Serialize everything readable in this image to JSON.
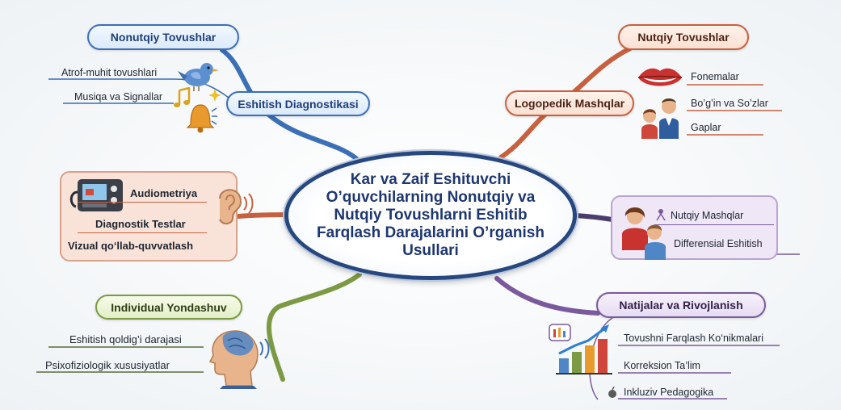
{
  "center": {
    "title": "Kar va Zaif Eshituvchi O’quvchilarning Nonutqiy va Nutqiy Tovushlarni Eshitib Farqlash Darajalarini O’rganish Usullari"
  },
  "branches": {
    "nonutqiy": {
      "label": "Nonutqiy Tovushlar",
      "items": [
        "Atrof-muhit tovushlari",
        "Musiqa va Signallar"
      ]
    },
    "eshitish_diagnostikasi": {
      "label": "Eshitish Diagnostikasi"
    },
    "diagnostika_panel": {
      "items": [
        "Audiometriya",
        "Diagnostik Testlar",
        "Vizual qo‘llab-quvvatlash"
      ]
    },
    "individual": {
      "label": "Individual Yondashuv",
      "items": [
        "Eshitish qoldig’i darajasi",
        "Psixofiziologik xususiyatlar"
      ]
    },
    "nutqiy": {
      "label": "Nutqiy Tovushlar",
      "items": [
        "Fonemalar",
        "Bo’g’in va So’zlar",
        "Gaplar"
      ]
    },
    "logopedik": {
      "label": "Logopedik Mashqlar"
    },
    "mashqlar_panel": {
      "items": [
        "Nutqiy Mashqlar",
        "Differensial Eshitish"
      ]
    },
    "natijalar": {
      "label": "Natijalar va Rivojlanish",
      "items": [
        "Tovushni Farqlash Ko‘nikmalari",
        "Korreksion Ta’lim",
        "Inkluziv Pedagogika"
      ]
    }
  },
  "colors": {
    "blue": "#3b6fb6",
    "navy": "#27477e",
    "salmon": "#c7603f",
    "green": "#7c9a43",
    "purple": "#7a5a9c"
  },
  "icons": [
    "bird-icon",
    "music-notes-icon",
    "bell-icon",
    "audiometer-device-icon",
    "ear-icon",
    "head-profile-icon",
    "lips-icon",
    "speech-therapist-child-icon",
    "mother-child-icon",
    "bar-chart-growth-icon"
  ]
}
